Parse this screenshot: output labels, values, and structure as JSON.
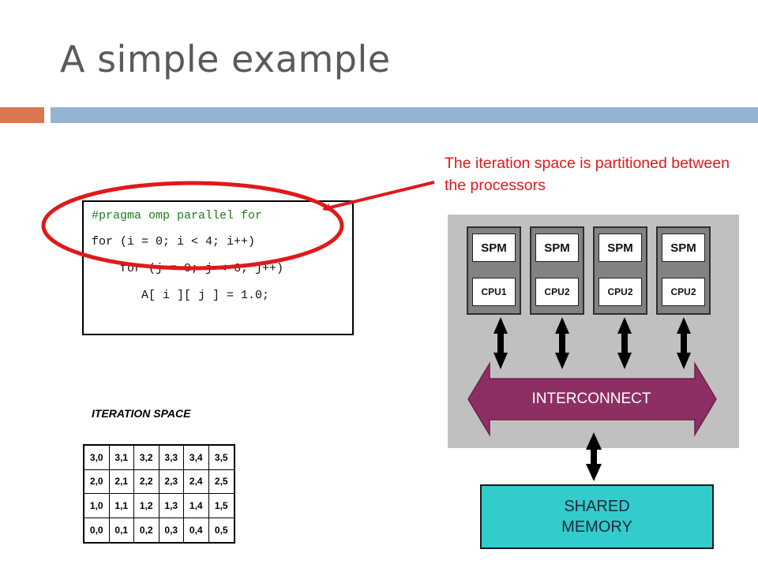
{
  "slide": {
    "title": "A simple example"
  },
  "annotation": {
    "text": "The iteration space is partitioned between the processors"
  },
  "code": {
    "lines": [
      "#pragma omp parallel for",
      "for (i = 0; i < 4; i++)",
      "    for (j = 0; j < 6; j++)",
      "       A[ i ][ j ] = 1.0;"
    ]
  },
  "iteration_space": {
    "label": "ITERATION SPACE",
    "rows": [
      [
        "3,0",
        "3,1",
        "3,2",
        "3,3",
        "3,4",
        "3,5"
      ],
      [
        "2,0",
        "2,1",
        "2,2",
        "2,3",
        "2,4",
        "2,5"
      ],
      [
        "1,0",
        "1,1",
        "1,2",
        "1,3",
        "1,4",
        "1,5"
      ],
      [
        "0,0",
        "0,1",
        "0,2",
        "0,3",
        "0,4",
        "0,5"
      ]
    ]
  },
  "architecture": {
    "processors": [
      {
        "spm": "SPM",
        "cpu": "CPU1"
      },
      {
        "spm": "SPM",
        "cpu": "CPU2"
      },
      {
        "spm": "SPM",
        "cpu": "CPU2"
      },
      {
        "spm": "SPM",
        "cpu": "CPU2"
      }
    ],
    "interconnect": "INTERCONNECT",
    "shared_memory": "SHARED\nMEMORY"
  },
  "colors": {
    "title": "#5a5a5a",
    "accent_orange": "#d9774e",
    "accent_blue": "#95b3d3",
    "annotation_red": "#e0191b",
    "pragma_green": "#1e7b1e",
    "interconnect_purple": "#8e2f63",
    "memory_cyan": "#33cccc",
    "panel_gray": "#c0c0c0"
  }
}
